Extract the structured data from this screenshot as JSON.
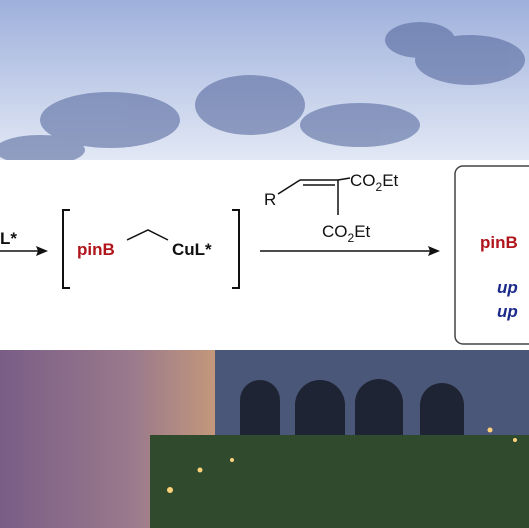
{
  "scheme": {
    "ligand_fragment": "L*",
    "intermediate_boron": "pinB",
    "intermediate_copper": "CuL*",
    "reagent_r": "R",
    "reagent_ester_top": "CO",
    "reagent_ester_top_sub": "2",
    "reagent_ester_top_tail": "Et",
    "reagent_ester_bottom": "CO",
    "reagent_ester_bottom_sub": "2",
    "reagent_ester_bottom_tail": "Et",
    "product_boron": "pinB",
    "product_note_1": "up",
    "product_note_2": "up"
  },
  "colors": {
    "accent_red": "#b0151c",
    "accent_blue": "#1c2a8a",
    "ink": "#111111",
    "sky_top": "#9fb1dc",
    "sky_bottom": "#dfe6f4",
    "ground": "#2c3a30"
  }
}
